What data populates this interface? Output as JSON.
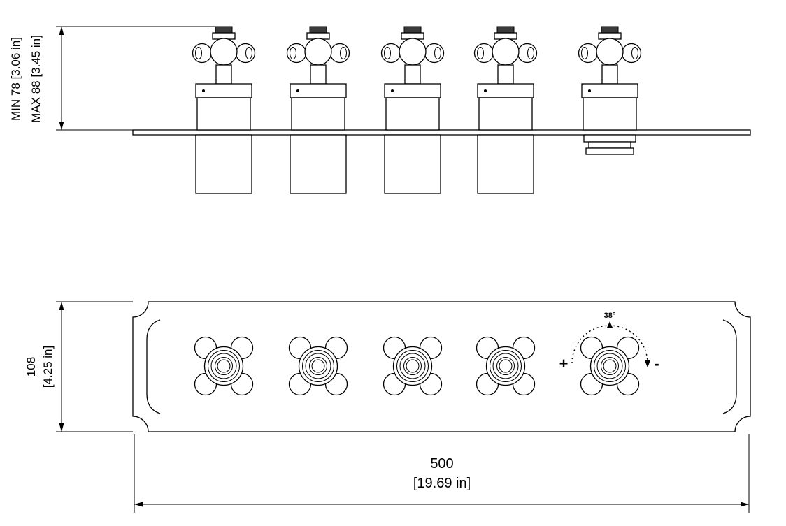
{
  "colors": {
    "line": "#000000",
    "background": "#ffffff",
    "handle_cap_fill": "#3a3a3a"
  },
  "side_view": {
    "valve_count": 5,
    "dim_depth": {
      "line1": "MIN 78 [3.06 in]",
      "line2": "MAX 88 [3.45 in]"
    }
  },
  "front_view": {
    "handle_count": 5,
    "dim_height": {
      "mm": "108",
      "inches": "[4.25 in]"
    },
    "dim_width": {
      "mm": "500",
      "inches": "[19.69 in]"
    },
    "temperature_dial": {
      "temp_label": "38°",
      "increase_label": "+",
      "decrease_label": "-"
    }
  }
}
